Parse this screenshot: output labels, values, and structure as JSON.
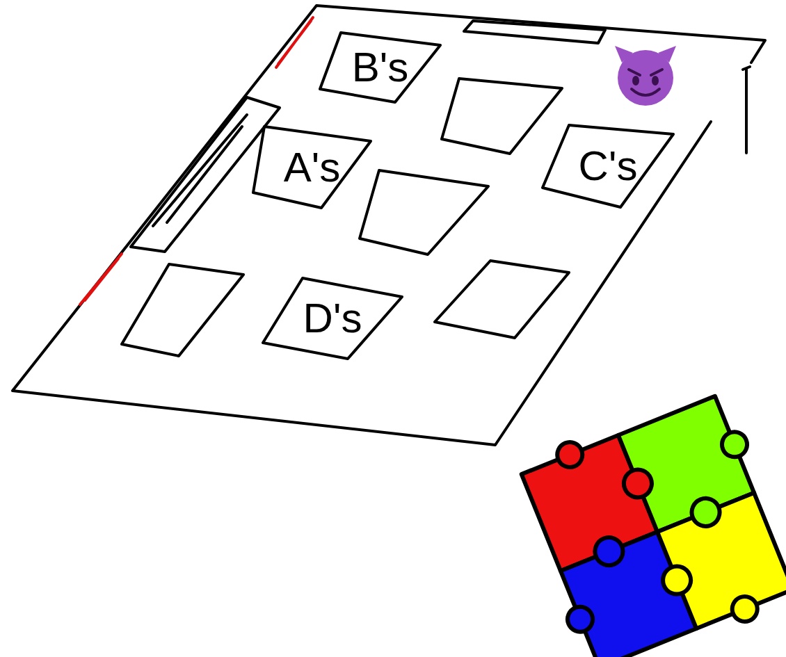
{
  "diagram": {
    "nodes": [
      {
        "text": [
          "B's"
        ]
      },
      {
        "text": [
          "A's"
        ]
      },
      {
        "text": [
          "C's"
        ]
      },
      {
        "text": [
          "D's"
        ]
      }
    ]
  }
}
